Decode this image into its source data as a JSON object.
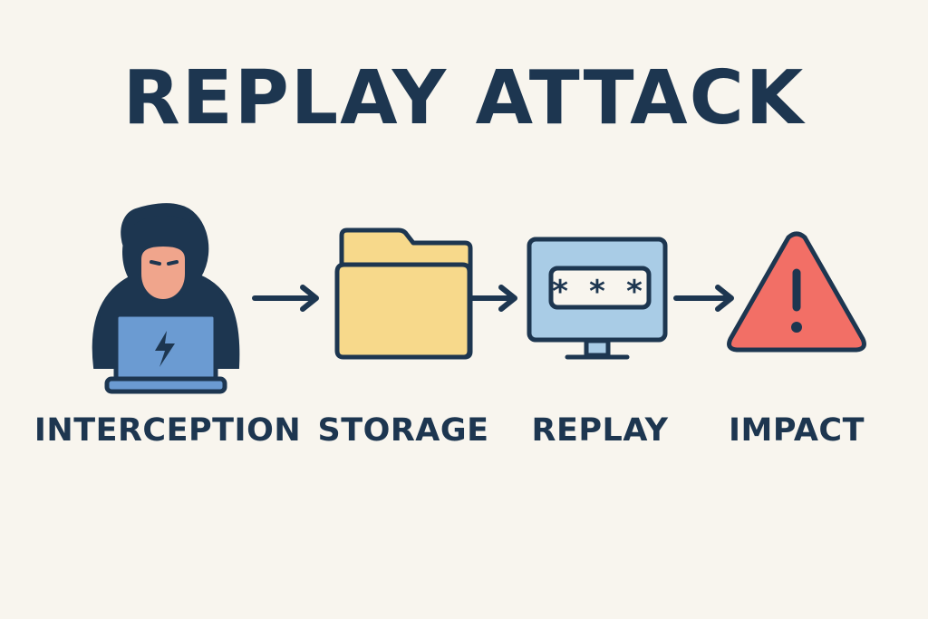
{
  "title": "REPLAY ATTACK",
  "steps": [
    {
      "label": "INTERCEPTION",
      "icon": "hacker-laptop-icon"
    },
    {
      "label": "STORAGE",
      "icon": "folder-icon"
    },
    {
      "label": "REPLAY",
      "icon": "monitor-password-icon"
    },
    {
      "label": "IMPACT",
      "icon": "warning-icon"
    }
  ],
  "password_mask": "* * *",
  "colors": {
    "background": "#f8f5ee",
    "ink": "#1d3650",
    "skin": "#f0a58c",
    "laptop": "#6b9bd2",
    "folder": "#f7d98b",
    "screen": "#a9cce6",
    "warning": "#f26f66"
  }
}
